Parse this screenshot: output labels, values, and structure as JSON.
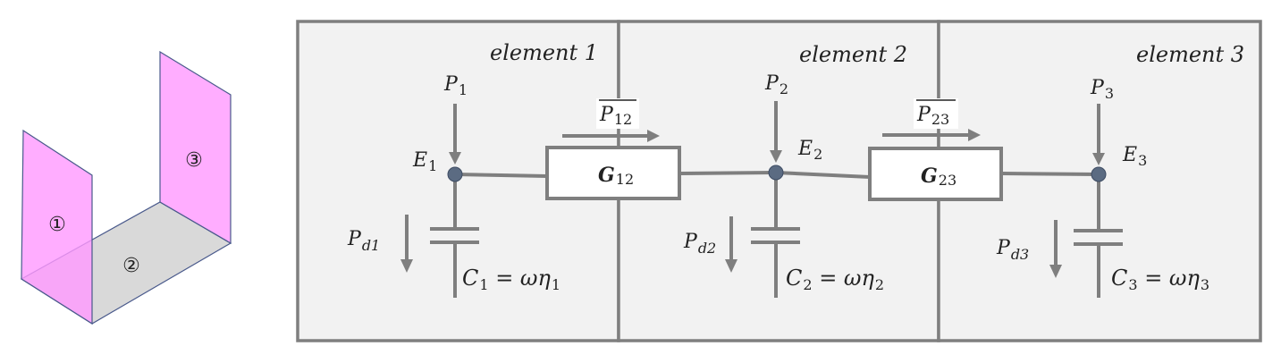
{
  "colors": {
    "panel_fill": "#ff99ff",
    "floor_fill": "#d9d9d9",
    "box_fill": "#f2f2f2",
    "line": "#7f7f7f",
    "node": "#5b6b82"
  },
  "plate_labels": [
    "①",
    "②",
    "③"
  ],
  "elements": [
    {
      "title": "element 1",
      "P": "P",
      "P_sub": "1",
      "E": "E",
      "E_sub": "1",
      "Pd": "P",
      "Pd_sub": "d1",
      "C": "C",
      "C_sub": "1",
      "C_rest": " = ωη",
      "eta_sub": "1"
    },
    {
      "title": "element 2",
      "P": "P",
      "P_sub": "2",
      "E": "E",
      "E_sub": "2",
      "Pd": "P",
      "Pd_sub": "d2",
      "C": "C",
      "C_sub": "2",
      "C_rest": " = ωη",
      "eta_sub": "2"
    },
    {
      "title": "element 3",
      "P": "P",
      "P_sub": "3",
      "E": "E",
      "E_sub": "3",
      "Pd": "P",
      "Pd_sub": "d3",
      "C": "C",
      "C_sub": "3",
      "C_rest": " = ωη",
      "eta_sub": "3"
    }
  ],
  "couplings": [
    {
      "G": "G",
      "G_sub": "12",
      "flow": "P",
      "flow_sub": "12"
    },
    {
      "G": "G",
      "G_sub": "23",
      "flow": "P",
      "flow_sub": "23"
    }
  ]
}
